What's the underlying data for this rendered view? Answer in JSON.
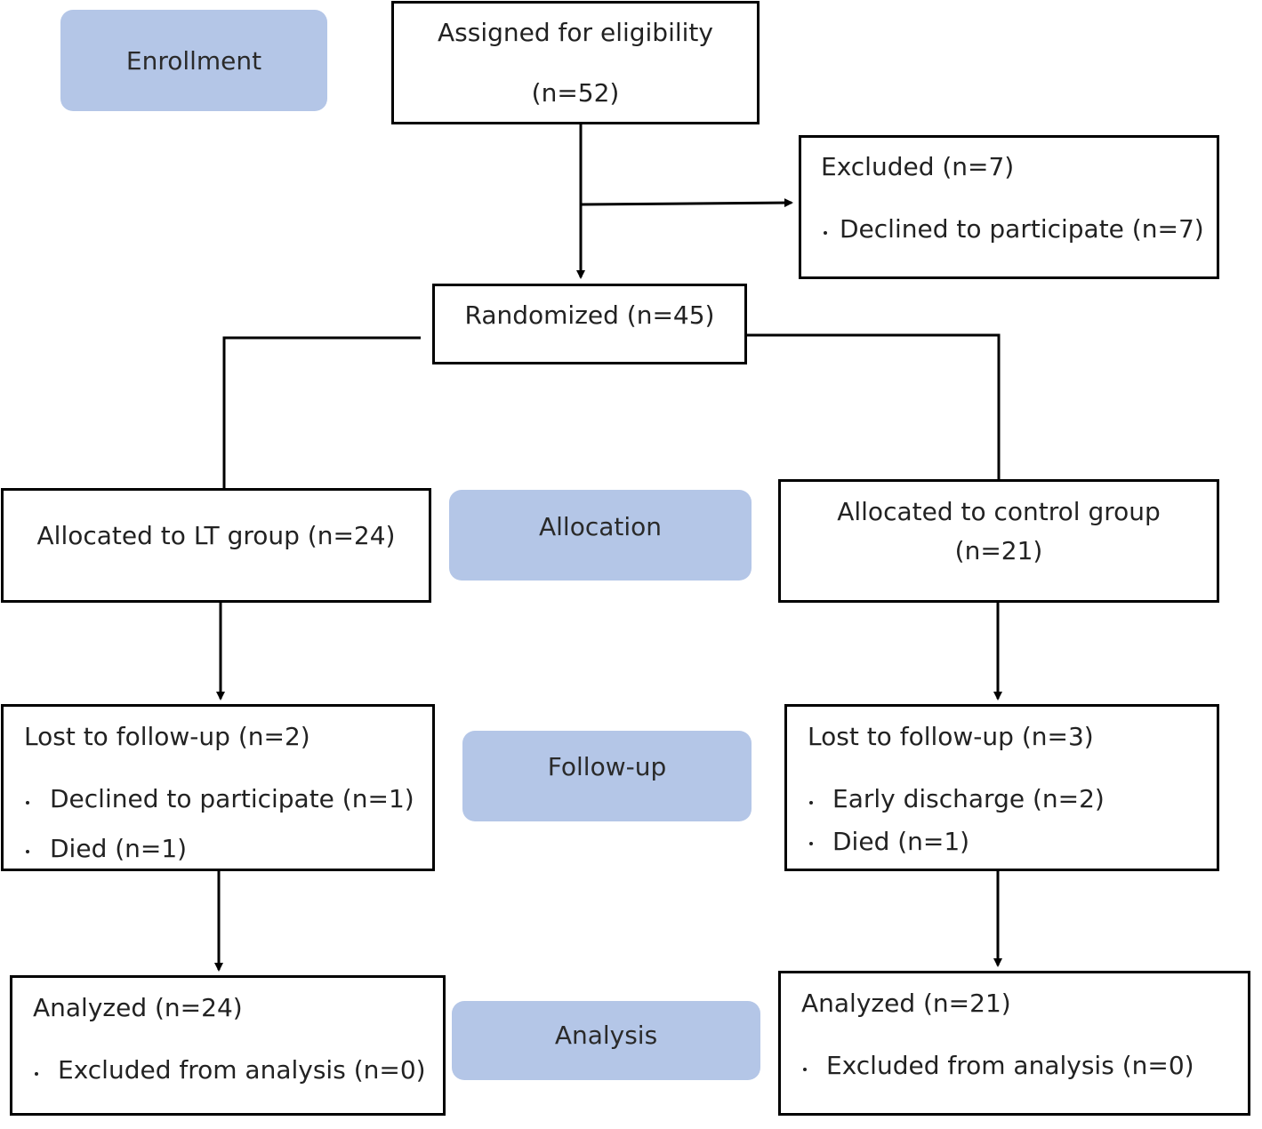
{
  "stages": {
    "enrollment": "Enrollment",
    "allocation": "Allocation",
    "follow_up": "Follow-up",
    "analysis": "Analysis"
  },
  "boxes": {
    "assigned": {
      "title": "Assigned for eligibility",
      "count": "(n=52)"
    },
    "excluded": {
      "title": "Excluded (n=7)",
      "items": [
        "Declined to participate (n=7)"
      ]
    },
    "randomized": {
      "title": "Randomized (n=45)"
    },
    "allocated_lt": {
      "title": "Allocated to LT group (n=24)"
    },
    "allocated_control": {
      "title": "Allocated to control group",
      "count": "(n=21)"
    },
    "lost_lt": {
      "title": "Lost to follow-up (n=2)",
      "items": [
        "Declined to participate (n=1)",
        "Died (n=1)"
      ]
    },
    "lost_control": {
      "title": "Lost to follow-up (n=3)",
      "items": [
        "Early discharge (n=2)",
        "Died (n=1)"
      ]
    },
    "analyzed_lt": {
      "title": "Analyzed (n=24)",
      "items": [
        "Excluded from analysis (n=0)"
      ]
    },
    "analyzed_control": {
      "title": "Analyzed (n=21)",
      "items": [
        "Excluded from analysis (n=0)"
      ]
    }
  },
  "colors": {
    "stage_fill": "#b4c6e7",
    "box_border": "#000000",
    "text": "#222222"
  }
}
